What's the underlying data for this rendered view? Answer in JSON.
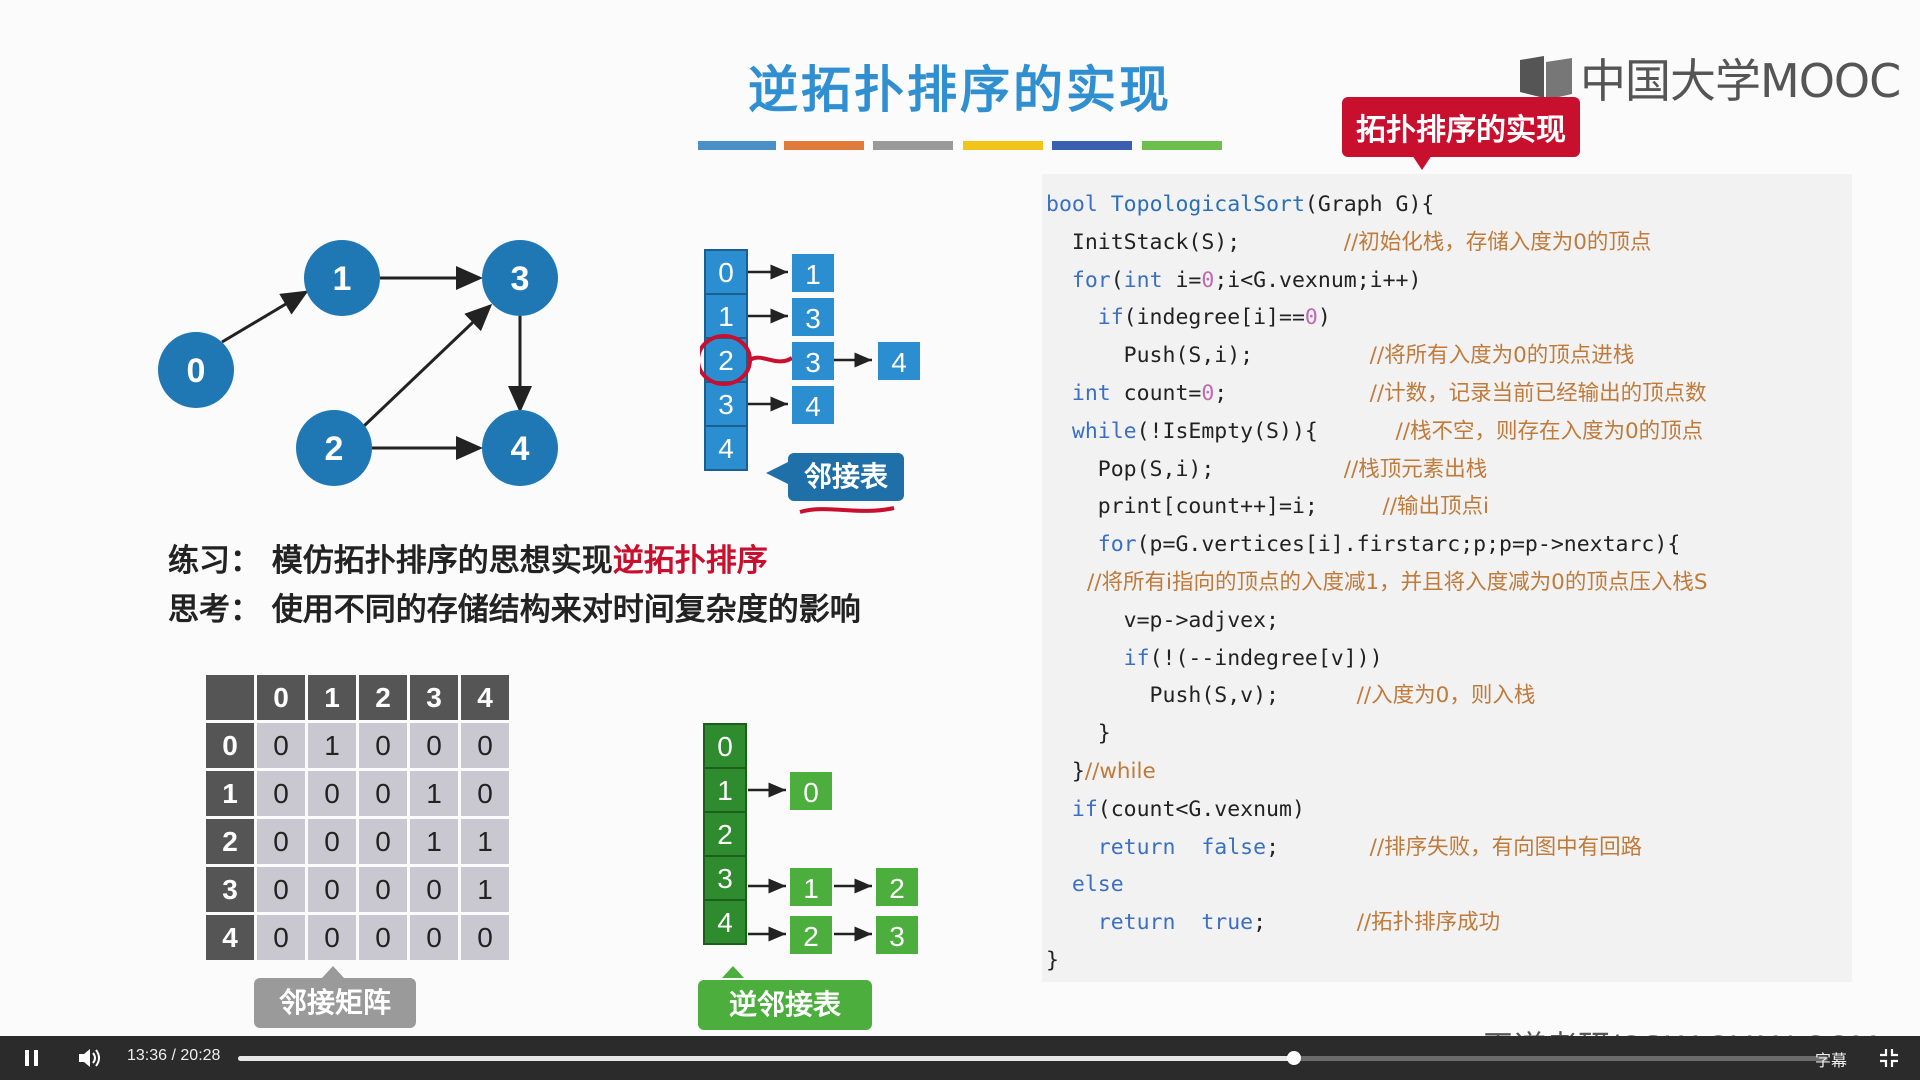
{
  "slide": {
    "title": "逆拓扑排序的实现",
    "logo_text": "中国大学MOOC",
    "callout": "拓扑排序的实现",
    "color_stripes": [
      "#4a90c8",
      "#e07b39",
      "#9a9a9a",
      "#f0c419",
      "#3a5fb0",
      "#6cbf4a"
    ]
  },
  "graph": {
    "nodes": [
      "0",
      "1",
      "2",
      "3",
      "4"
    ],
    "edges": [
      [
        "0",
        "1"
      ],
      [
        "1",
        "3"
      ],
      [
        "2",
        "3"
      ],
      [
        "2",
        "4"
      ],
      [
        "3",
        "4"
      ]
    ]
  },
  "adj_list": {
    "heads": [
      "0",
      "1",
      "2",
      "3",
      "4"
    ],
    "row0": [
      "1"
    ],
    "row1": [
      "3"
    ],
    "row2": [
      "3",
      "4"
    ],
    "row3": [
      "4"
    ],
    "label": "邻接表"
  },
  "questions": {
    "q1_prefix": "练习：  模仿拓扑排序的思想实现",
    "q1_highlight": "逆拓扑排序",
    "q2": "思考：  使用不同的存储结构来对时间复杂度的影响"
  },
  "matrix": {
    "header": [
      "",
      "0",
      "1",
      "2",
      "3",
      "4"
    ],
    "rows": [
      [
        "0",
        "0",
        "1",
        "0",
        "0",
        "0"
      ],
      [
        "1",
        "0",
        "0",
        "0",
        "1",
        "0"
      ],
      [
        "2",
        "0",
        "0",
        "0",
        "1",
        "1"
      ],
      [
        "3",
        "0",
        "0",
        "0",
        "0",
        "1"
      ],
      [
        "4",
        "0",
        "0",
        "0",
        "0",
        "0"
      ]
    ],
    "label": "邻接矩阵"
  },
  "inv_adj_list": {
    "heads": [
      "0",
      "1",
      "2",
      "3",
      "4"
    ],
    "row1": [
      "0"
    ],
    "row3": [
      "1",
      "2"
    ],
    "row4": [
      "2",
      "3"
    ],
    "label": "逆邻接表"
  },
  "code": {
    "l1a": "bool ",
    "l1b": "TopologicalSort",
    "l1c": "(Graph G){",
    "l2": "  InitStack(S);        ",
    "c2": "//初始化栈，存储入度为0的顶点",
    "l3a": "  ",
    "l3k": "for",
    "l3b": "(",
    "l3k2": "int",
    "l3c": " i=",
    "l3n": "0",
    "l3d": ";i<G.vexnum;i++)",
    "l4a": "    ",
    "l4k": "if",
    "l4b": "(indegree[i]==",
    "l4n": "0",
    "l4c": ")",
    "l5": "      Push(S,i);         ",
    "c5": "//将所有入度为0的顶点进栈",
    "l6k": "  int",
    "l6b": " count=",
    "l6n": "0",
    "l6c": ";           ",
    "c6": "//计数，记录当前已经输出的顶点数",
    "l7k": "  while",
    "l7b": "(!IsEmpty(S)){      ",
    "c7": "//栈不空，则存在入度为0的顶点",
    "l8": "    Pop(S,i);          ",
    "c8": "//栈顶元素出栈",
    "l9": "    print[count++]=i;     ",
    "c9": "//输出顶点i",
    "l10k": "    for",
    "l10b": "(p=G.vertices[i].firstarc;p;p=p->nextarc){",
    "c11": "      //将所有i指向的顶点的入度减1，并且将入度减为0的顶点压入栈S",
    "l12": "      v=p->adjvex;",
    "l13a": "      ",
    "l13k": "if",
    "l13b": "(!(--indegree[v]))",
    "l14": "        Push(S,v);      ",
    "c14": "//入度为0，则入栈",
    "l15": "    }",
    "l16": "  }",
    "c16": "//while",
    "l17k": "  if",
    "l17b": "(count<G.vexnum)",
    "l18k": "    return",
    "l18v": "  false",
    "l18b": ";       ",
    "c18": "//排序失败，有向图中有回路",
    "l19k": "  else",
    "l20k": "    return",
    "l20v": "  true",
    "l20b": ";       ",
    "c20": "//拓扑排序成功",
    "l21": "}"
  },
  "player": {
    "current_time": "13:36",
    "separator": "/",
    "duration": "20:28",
    "progress_fraction": 0.664,
    "subtitle_label": "字幕"
  },
  "watermark": "王道考研/CSKAOYAN.COM"
}
